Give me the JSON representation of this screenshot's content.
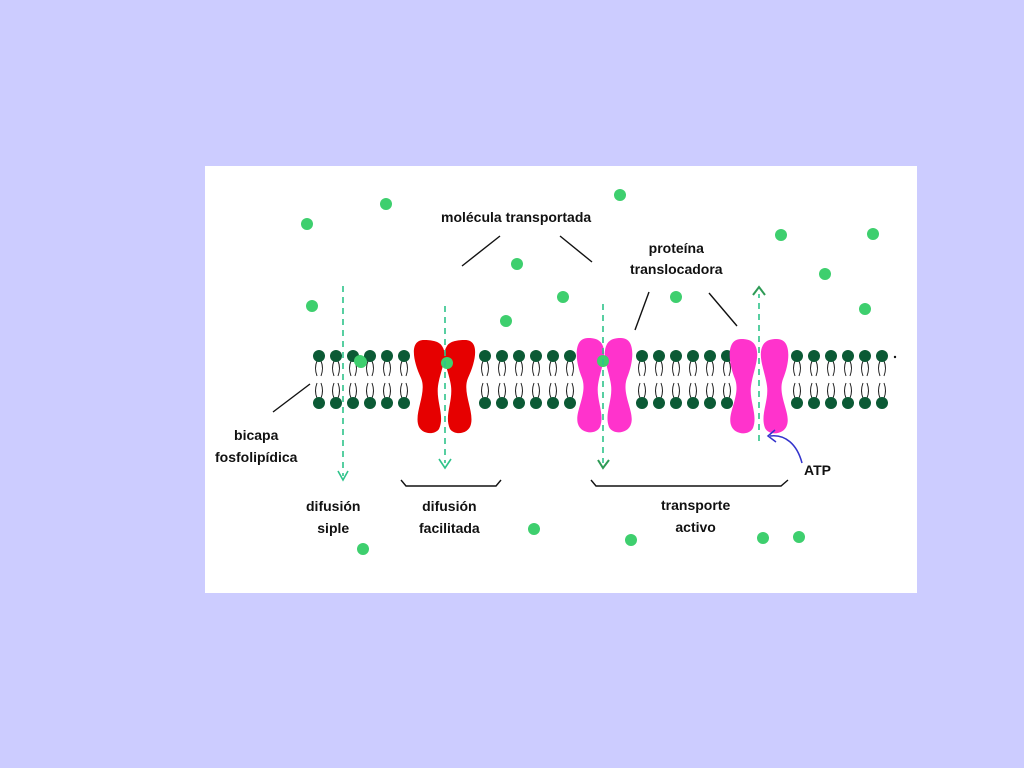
{
  "colors": {
    "background": "#ccccff",
    "panel": "#ffffff",
    "lipid_head": "#0b5a35",
    "transported_molecule": "#3ecf6e",
    "channel_protein": "#e60000",
    "carrier_protein": "#ff33cc",
    "arrow": "#2ec38a",
    "atp_arrow": "#3333cc"
  },
  "labels": {
    "molecule": "molécula transportada",
    "protein_line1": "proteína",
    "protein_line2": "translocadora",
    "bilayer_line1": "bicapa",
    "bilayer_line2": "fosfolipídica",
    "simple_line1": "difusión",
    "simple_line2": "siple",
    "facilitated_line1": "difusión",
    "facilitated_line2": "facilitada",
    "active_line1": "transporte",
    "active_line2": "activo",
    "atp": "ATP"
  },
  "icons": {
    "molecule": "green-dot-icon",
    "lipid": "phospholipid-icon",
    "channel": "channel-protein-icon",
    "carrier": "carrier-protein-icon"
  }
}
